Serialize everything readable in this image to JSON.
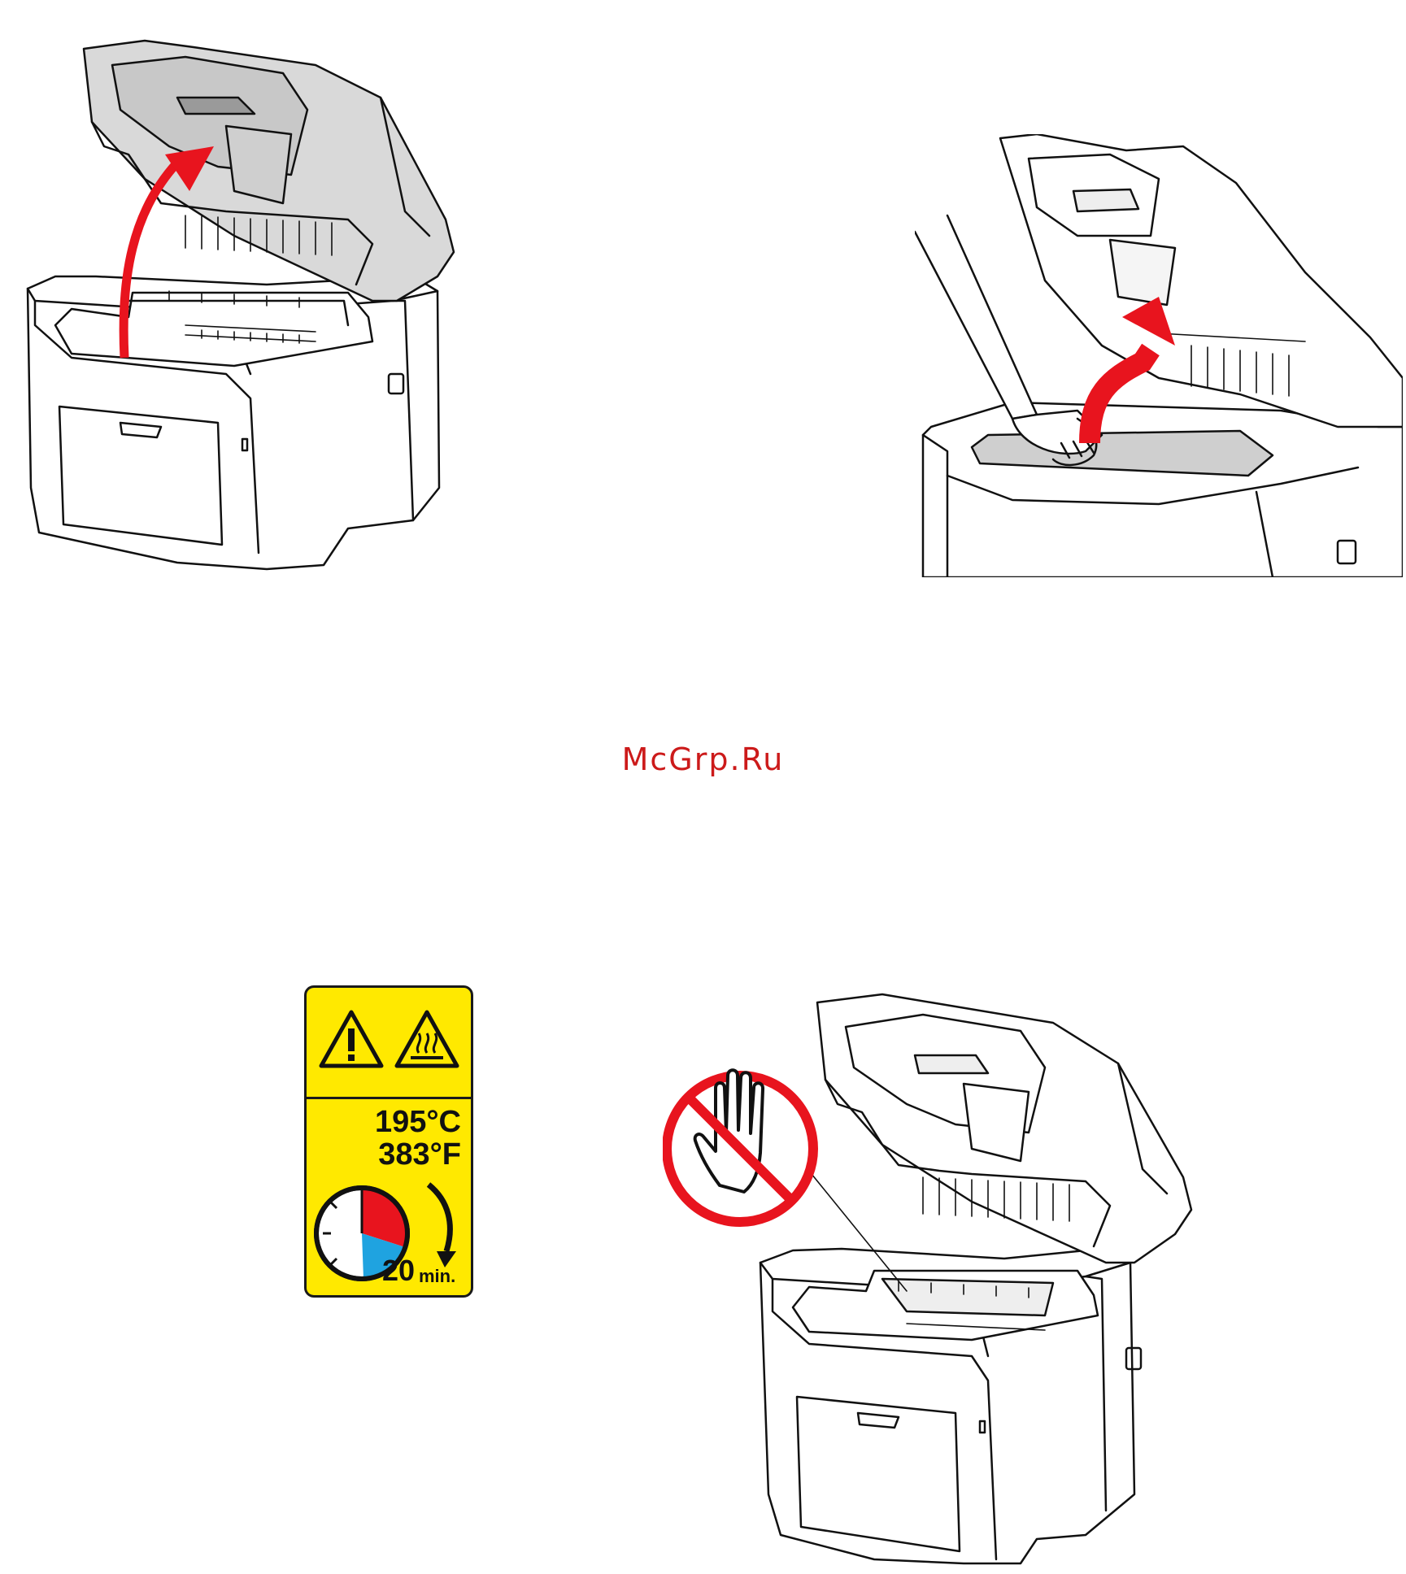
{
  "watermark": {
    "text": "McGrp.Ru",
    "color": "#cc1a1a"
  },
  "figures": [
    {
      "name": "open-scanner-unit",
      "icon": "printer-lid-lift-illustration"
    },
    {
      "name": "remove-drum-unit",
      "icon": "printer-hand-lift-illustration"
    },
    {
      "name": "hot-surface-no-touch",
      "icon": "printer-no-touch-illustration"
    }
  ],
  "warning_label": {
    "icons": [
      "caution-triangle-icon",
      "hot-surface-icon",
      "timer-icon",
      "no-touch-icon"
    ],
    "temp_c": "195°C",
    "temp_f": "383°F",
    "timer_value": "20",
    "timer_unit": "min.",
    "colors": {
      "background": "#ffe900",
      "hot": "#e8141e",
      "cool": "#1fa3e0",
      "arrow": "#e8141e"
    }
  }
}
